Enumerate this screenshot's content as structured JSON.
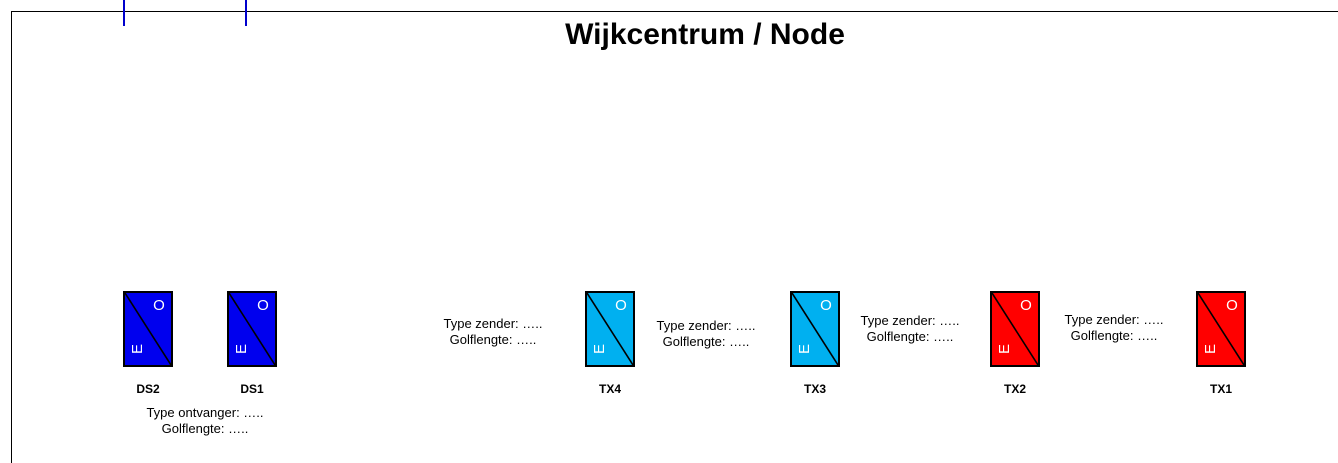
{
  "title": "Wijkcentrum / Node",
  "device_letters": {
    "optical": "O",
    "electrical": "E"
  },
  "colors": {
    "receiver": "#0000ee",
    "transmitter_cyan": "#00b0f0",
    "transmitter_red": "#ff0000",
    "cable": "#0000cc",
    "frame": "#000000"
  },
  "receivers": [
    {
      "id": "DS2",
      "color": "#0000ee"
    },
    {
      "id": "DS1",
      "color": "#0000ee"
    }
  ],
  "transmitters": [
    {
      "id": "TX4",
      "color": "#00b0f0"
    },
    {
      "id": "TX3",
      "color": "#00b0f0"
    },
    {
      "id": "TX2",
      "color": "#ff0000"
    },
    {
      "id": "TX1",
      "color": "#ff0000"
    }
  ],
  "receiver_note": {
    "type": "Type ontvanger: …..",
    "wavelength": "Golflengte: ….."
  },
  "transmitter_notes": [
    {
      "type": "Type zender: …..",
      "wavelength": "Golflengte: ….."
    },
    {
      "type": "Type zender: …..",
      "wavelength": "Golflengte: ….."
    },
    {
      "type": "Type zender: …..",
      "wavelength": "Golflengte: ….."
    },
    {
      "type": "Type zender: …..",
      "wavelength": "Golflengte: ….."
    }
  ]
}
